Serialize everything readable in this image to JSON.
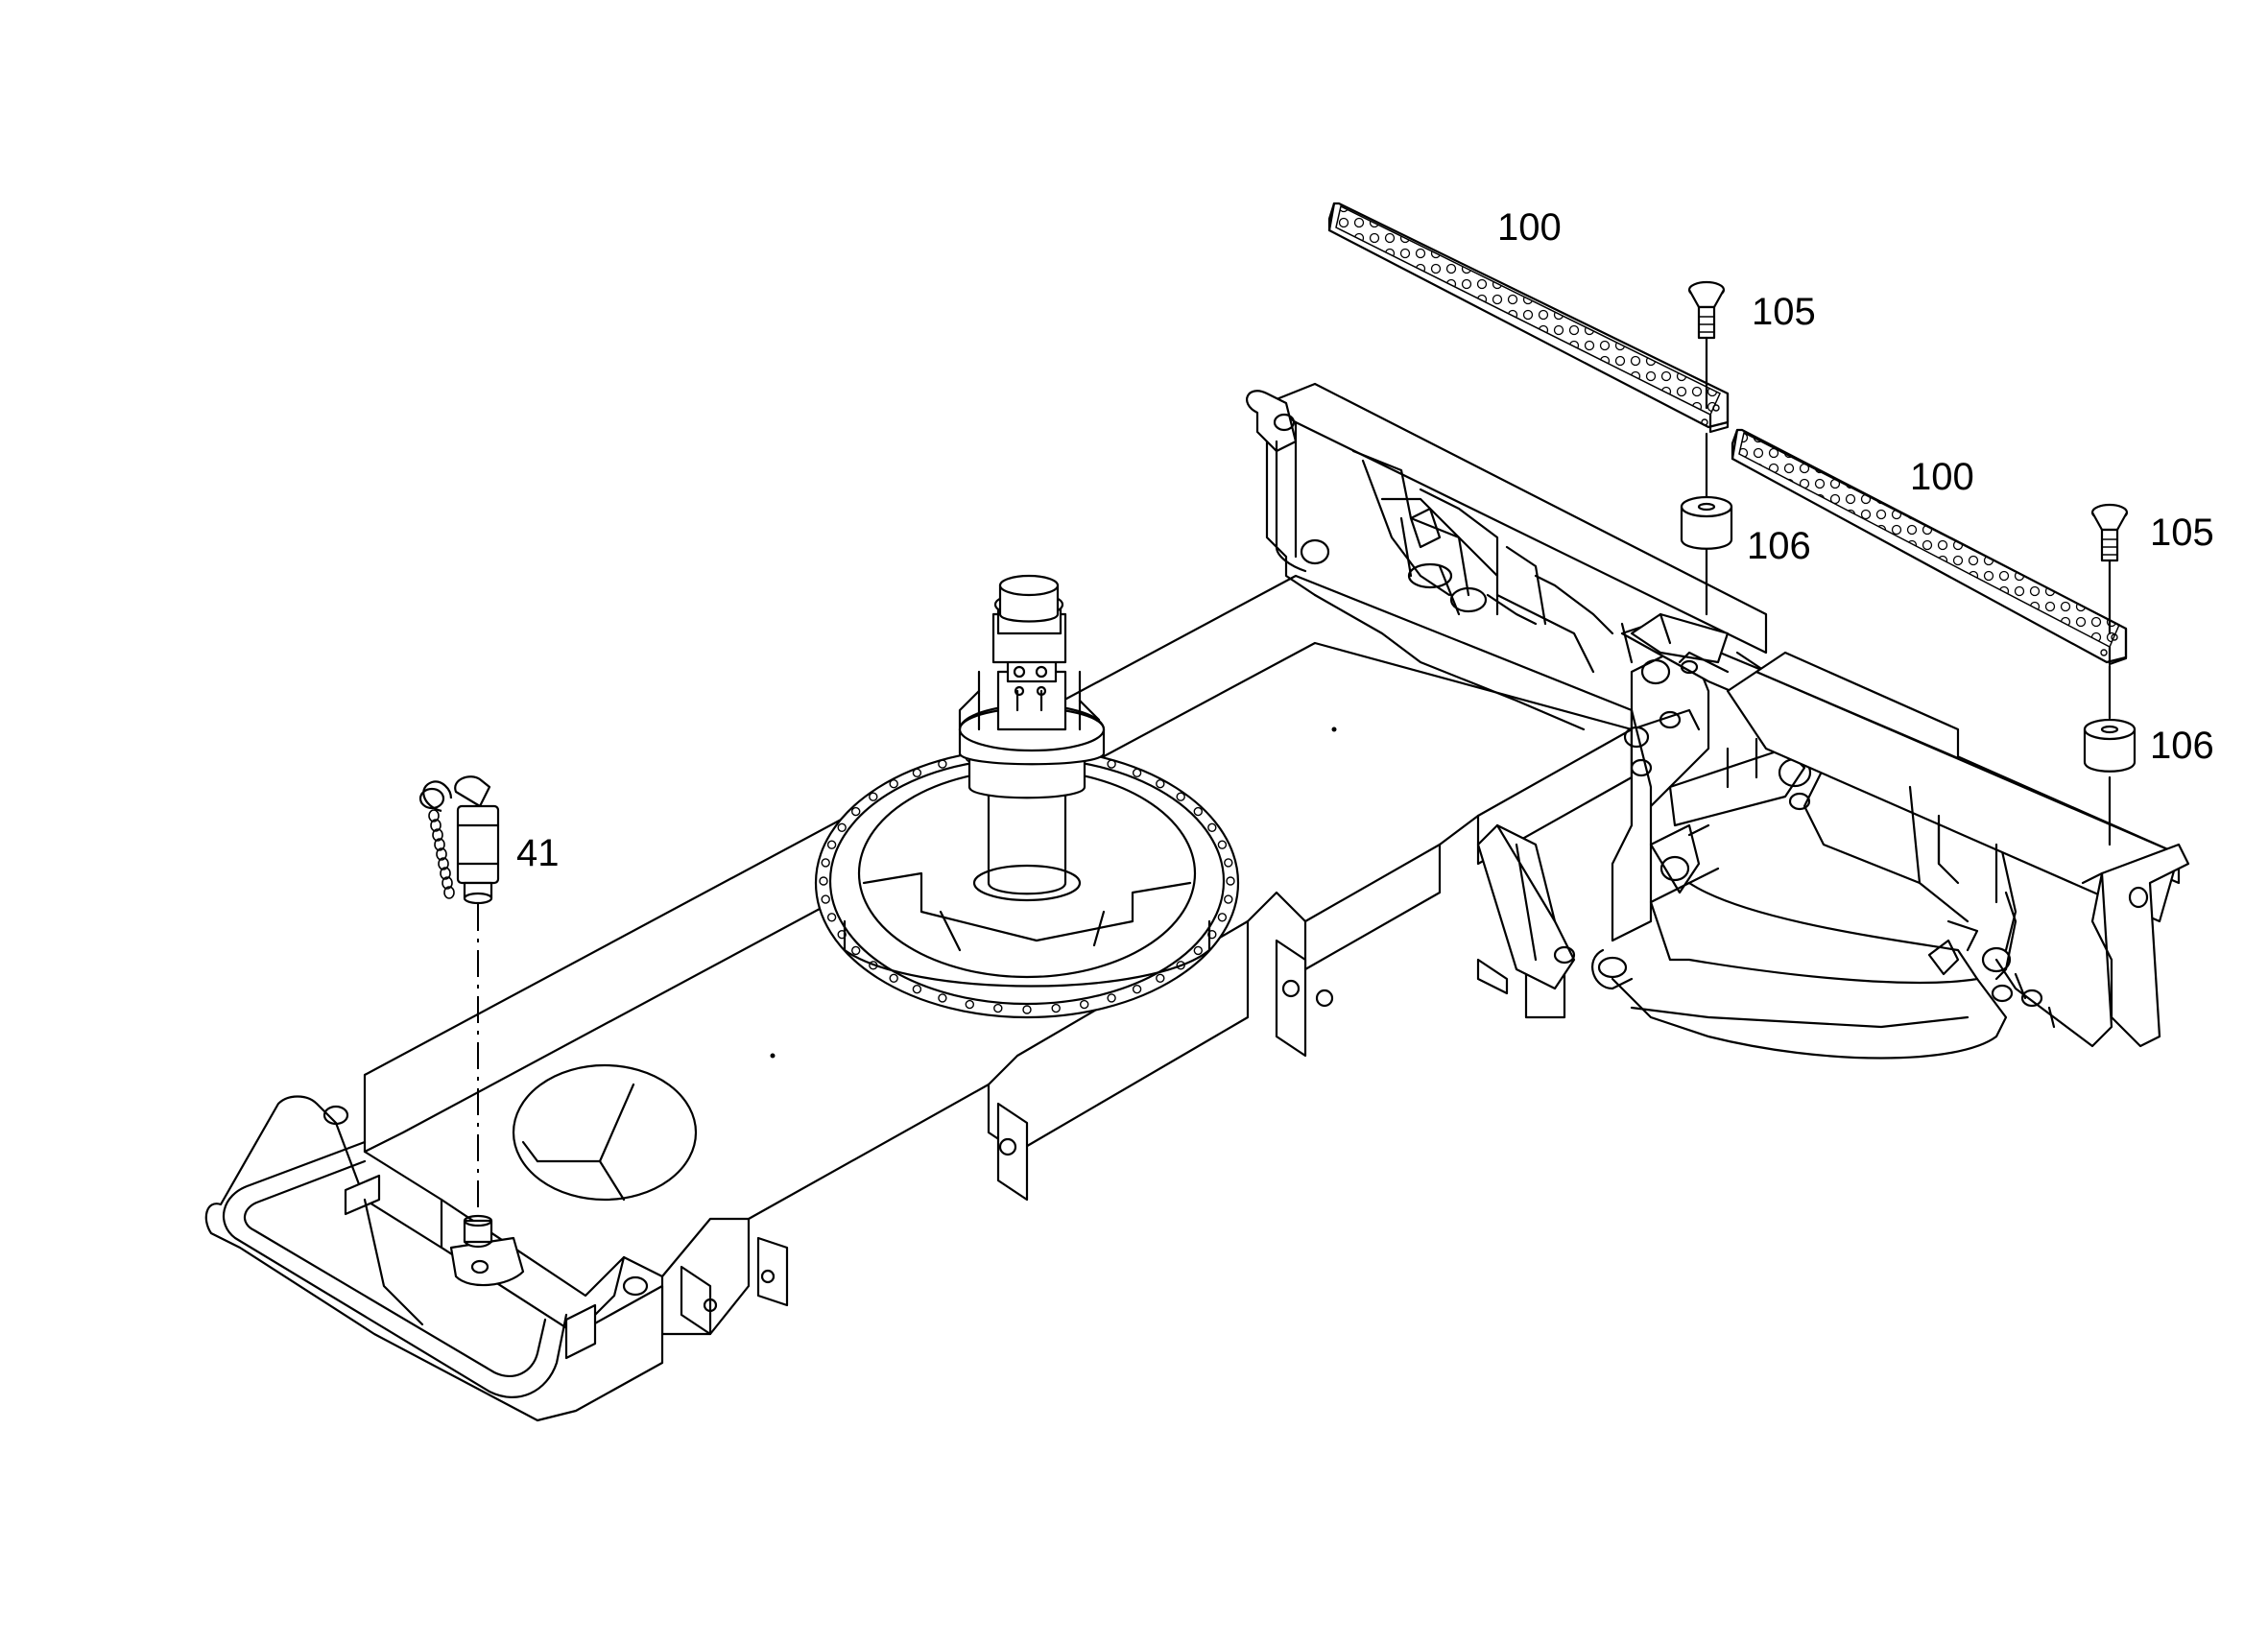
{
  "callouts": {
    "step_left": "100",
    "step_right": "100",
    "screw_left": "105",
    "screw_right": "105",
    "spacer_left": "106",
    "spacer_right": "106",
    "lock_pin": "41"
  },
  "icons": [
    "perforated-step-plate",
    "countersunk-screw",
    "spacer-bushing",
    "lock-pin-with-chain",
    "turntable-bearing",
    "rotary-joint"
  ]
}
